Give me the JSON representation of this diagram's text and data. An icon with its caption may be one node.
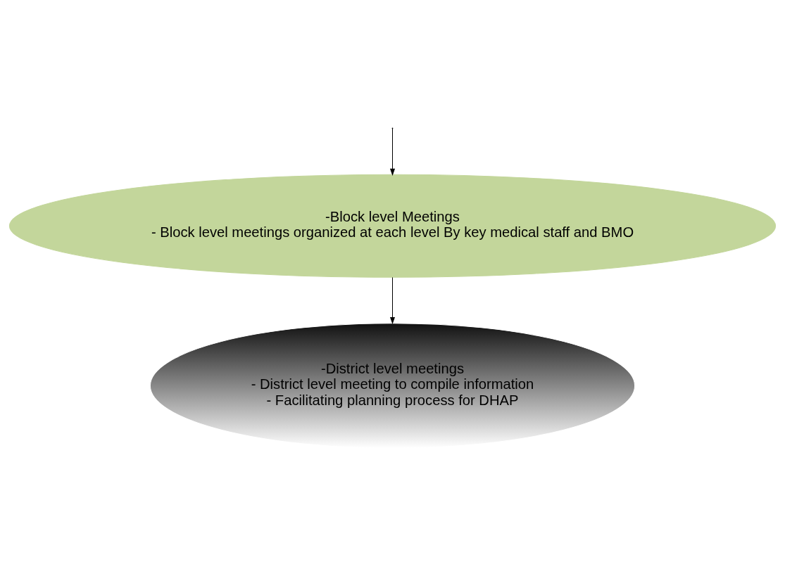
{
  "diagram": {
    "nodes": [
      {
        "text": [
          "-Block level Meetings",
          "- Block level meetings organized at each level By key medical staff and BMO"
        ]
      },
      {
        "text": [
          "-District level meetings",
          "- District level meeting to compile information",
          "- Facilitating planning process for DHAP"
        ]
      }
    ],
    "edges": [
      {
        "from": null,
        "to": 0,
        "arrow": "to"
      },
      {
        "from": 0,
        "to": 1,
        "arrow": "to"
      }
    ]
  }
}
